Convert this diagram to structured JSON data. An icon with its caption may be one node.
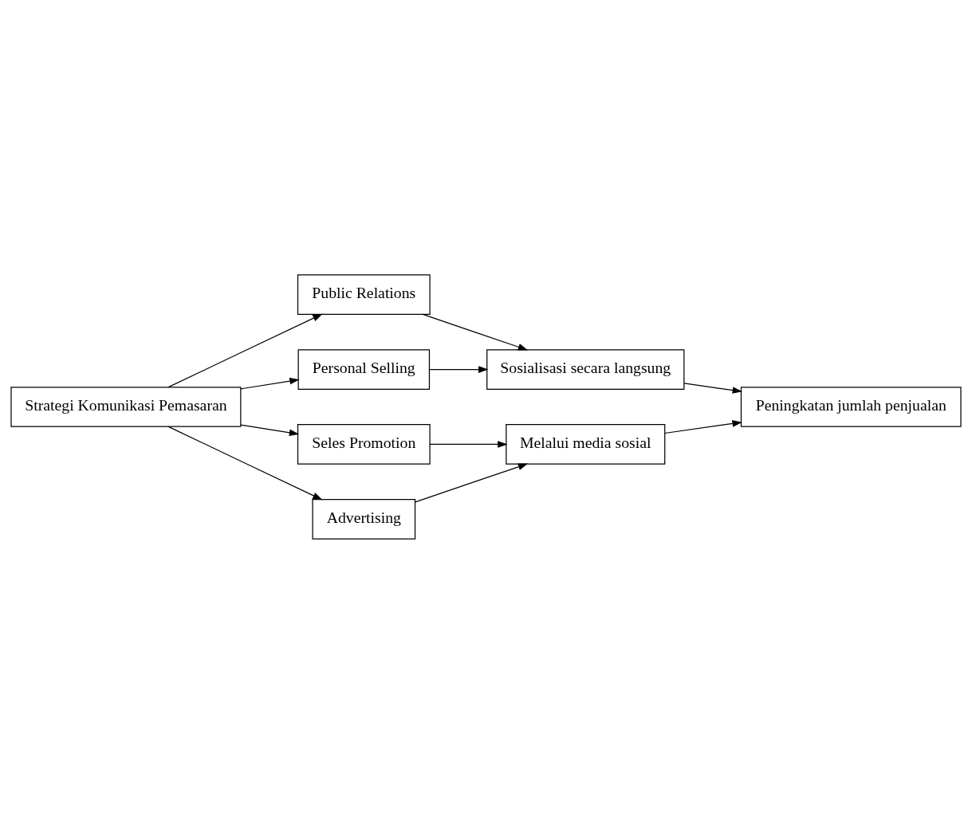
{
  "diagram": {
    "nodes": [
      {
        "text": [
          "Strategi Komunikasi Pemasaran"
        ]
      },
      {
        "text": [
          "Public Relations"
        ]
      },
      {
        "text": [
          "Personal Selling"
        ]
      },
      {
        "text": [
          "Seles Promotion"
        ]
      },
      {
        "text": [
          "Advertising"
        ]
      },
      {
        "text": [
          "Sosialisasi secara langsung"
        ]
      },
      {
        "text": [
          "Melalui media sosial"
        ]
      },
      {
        "text": [
          "Peningkatan jumlah penjualan"
        ]
      }
    ],
    "edges": [
      {
        "from": 0,
        "to": 1,
        "arrow": "to"
      },
      {
        "from": 0,
        "to": 2,
        "arrow": "to"
      },
      {
        "from": 0,
        "to": 3,
        "arrow": "to"
      },
      {
        "from": 0,
        "to": 4,
        "arrow": "to"
      },
      {
        "from": 1,
        "to": 5,
        "arrow": "to"
      },
      {
        "from": 2,
        "to": 5,
        "arrow": "to"
      },
      {
        "from": 3,
        "to": 6,
        "arrow": "to"
      },
      {
        "from": 4,
        "to": 6,
        "arrow": "to"
      },
      {
        "from": 5,
        "to": 7,
        "arrow": "to"
      },
      {
        "from": 6,
        "to": 7,
        "arrow": "to"
      }
    ]
  }
}
